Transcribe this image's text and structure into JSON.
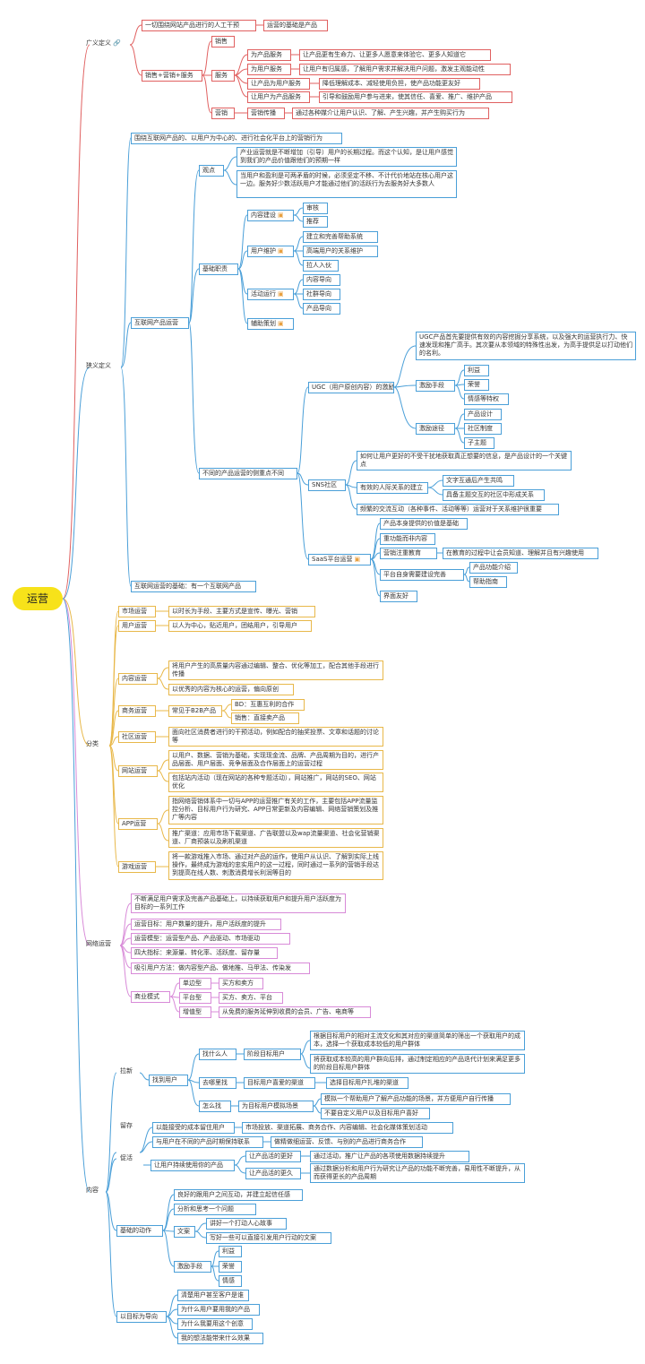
{
  "root": "运营",
  "broad": {
    "title": "广义定义",
    "intervention": "一切围绕网站产品进行的人工干预",
    "intervention_note": "运营的基础是产品",
    "formula": "销售+营销+服务",
    "sales": "销售",
    "service": "服务",
    "marketing": "营销",
    "svc_rows": [
      {
        "k": "为产品服务",
        "v": "让产品更有生命力、让更多人愿意来体验它、更多人知道它"
      },
      {
        "k": "为用户服务",
        "v": "让用户有归属感，了解用户需求并解决用户问题，激发主观能动性"
      },
      {
        "k": "让产品为用户服务",
        "v": "降低理解成本、减轻使用负担，使产品功能更友好"
      },
      {
        "k": "让用户为产品服务",
        "v": "引导和鼓励用户参与进来，使其信任、喜爱、推广、维护产品"
      }
    ],
    "marketing_spread": "营销传播",
    "marketing_spread_note": "通过各种媒介让用户认识、了解、产生兴趣，并产生购买行为"
  },
  "narrow": {
    "title": "狭义定义",
    "summary": "围绕互联网产品的、以用户为中心的、进行社会化平台上的营销行为",
    "inet_ops": "互联网产品运营",
    "view": "观点",
    "view_1": "产业运营就是不断增加（引导）用户的长期过程。而这个认知，是让用户感觉到我们的产品价值跟他们的预期一样",
    "view_2": "当用户和盈利是可两矛盾的时候，必须坚定不移、不计代价地站在核心用户这一边。服务好少数活跃用户才能通过他们的活跃行为去服务好大多数人",
    "basic": "基础职责",
    "content_build": "内容建设",
    "review": "审核",
    "recommend": "推荐",
    "user_maintain": "用户维护",
    "um_1": "建立和完善帮助系统",
    "um_2": "高端用户的关系维护",
    "um_3": "拉人入伙",
    "activity": "活动运行",
    "act_1": "内容导向",
    "act_2": "社群导向",
    "act_3": "产品导向",
    "assist": "辅助策划",
    "diff": "不同的产品运营的侧重点不同",
    "ugc": "UGC（用户原创内容）的激励",
    "ugc_desc": "UGC产品首先要提供有效的内容挖掘分享系统，以及强大的运营执行力、快速发现和推广高手。其次要从本领域的特殊性出发，为高手提供足以打动他们的名利。",
    "incent": "激励手段",
    "inc_1": "利益",
    "inc_2": "荣誉",
    "inc_3": "情感等特权",
    "incent_path": "激励途径",
    "ip_1": "产品设计",
    "ip_2": "社区制度",
    "ip_3": "子主题",
    "sns": "SNS社区",
    "sns_1": "如何让用户更好的不受干扰地获取真正想要的信息，是产品设计的一个关键点",
    "sns_2": "有效的人际关系的建立",
    "sns_2a": "文字互通后产生共鸣",
    "sns_2b": "具备主题交互的社区中形成关系",
    "sns_3": "频繁的交流互动（各种事件、活动等等）运营对于关系维护很重要",
    "saas": "SaaS平台运营",
    "saas_1": "产品本身提供的价值是基础",
    "saas_2": "重功能而非内容",
    "saas_3": "营销注重教育",
    "saas_3a": "在教育的过程中让会员知道、理解并且有兴趣使用",
    "saas_4": "平台自身需要建设完善",
    "saas_4a": "产品功能介绍",
    "saas_4b": "帮助指南",
    "saas_5": "界面友好",
    "basis": "互联网运营的基础：有一个互联网产品"
  },
  "category": {
    "title": "分类",
    "rows": [
      {
        "k": "市场运营",
        "v": [
          "以时长为手段、主要方式是宣传、曝光、营销"
        ]
      },
      {
        "k": "用户运营",
        "v": [
          "以人为中心，贴近用户，团结用户，引导用户"
        ]
      },
      {
        "k": "内容运营",
        "v": [
          "将用户产生的高质量内容通过编辑、整合、优化等加工，配合其他手段进行传播",
          "以优秀的内容为核心的运营，偏向原创"
        ]
      },
      {
        "k": "商务运营",
        "v": [
          "常见于B2B产品"
        ],
        "sub": [
          "BD：互惠互利的合作",
          "销售：直接卖产品"
        ]
      },
      {
        "k": "社区运营",
        "v": [
          "面向社区消费者进行的干预活动，例如配合的抽奖投票、文章和话题的讨论等"
        ]
      },
      {
        "k": "网站运营",
        "v": [
          "以用户、数据、营销为基础，实现现金流、品牌、产品周期为目的，进行产品层面、用户层面、竞争层面及合作层面上的运营过程",
          "包括站内活动（现在网站的各种专题活动），网站推广，网站的SEO、网站优化"
        ]
      },
      {
        "k": "APP运营",
        "v": [
          "指网络营销体系中一切与APP的运营推广有关的工作，主要包括APP流量监控分析、目标用户行为研究、APP日常更新及内容编辑、网络营销策划及推广等内容",
          "推广渠道：应用市场下载渠道、广告联盟以及wap流量渠道、社会化营销渠道、厂商预装以及刷机渠道"
        ]
      },
      {
        "k": "游戏运营",
        "v": [
          "将一款游戏推入市场、通过对产品的运作，使用户从认识、了解到实际上线操作，最终成为游戏的忠实用户的这一过程，同时通过一系列的营销手段达到提高在线人数、刺激消费增长利润等目的"
        ]
      }
    ]
  },
  "netops": {
    "title": "网络运营",
    "items": [
      "不断满足用户需求及完善产品基础上，以持续获取用户和提升用户活跃度为目标的一系列工作",
      "运营目标：用户数量的提升，用户活跃度的提升",
      "运营模型：运营型产品、产品驱动、市场驱动",
      "四大指标：来源量、转化率、活跃度、留存量",
      "吸引用户方法：做内容型产品、做地推、马甲法、传染发"
    ],
    "biz": "商业模式",
    "biz_rows": [
      {
        "k": "单边型",
        "v": "买方和卖方"
      },
      {
        "k": "平台型",
        "v": "买方、卖方、平台"
      },
      {
        "k": "增值型",
        "v": "从免费的服务延伸到收费的会员、广告、电商等"
      }
    ]
  },
  "content": {
    "title": "内容",
    "acquire": "拉新",
    "find": "找到用户",
    "who": "找什么人",
    "who_v": "阶段目标用户",
    "who_1": "根据目标用户的相对主流文化和其对应的渠道简单的筛出一个获取用户的成本，选择一个获取成本较低的用户群体",
    "who_2": "将获取成本较高的用户群向后排，通过制定相应的产品迭代计划来满足更多的阶段目标用户群体",
    "where": "去哪里找",
    "where_v": "目标用户喜爱的渠道",
    "where_1": "选择目标用户扎堆的渠道",
    "how": "怎么找",
    "how_v": "为目标用户模拟场景",
    "how_1": "模拟一个帮助用户了解产品功能的场景，并方便用户自行传播",
    "how_2": "不要自定义用户以及目标用户喜好",
    "retain": "留存",
    "ret_1": "以能接受的成本留住用户",
    "ret_1v": "市场投放、渠道拓展、商务合作、内容编辑、社会化媒体策划活动",
    "ret_2": "与用户在不同的产品时期保持联系",
    "ret_2v": "做精做细运营、反馈、与别的产品进行商务合作",
    "promote": "促活",
    "pro_1": "让用户持续使用你的产品",
    "pro_a": "让产品活的更好",
    "pro_av": "通过活动，推广让产品的各项使用数据持续提升",
    "pro_b": "让产品活的更久",
    "pro_bv": "通过数据分析和用户行为研究让产品的功能不断完善，易用性不断提升，从而获得更长的产品周期",
    "basic": "基础的动作",
    "b_1": "良好的跟用户之间互动，并建立起信任感",
    "b_2": "分析和思考一个问题",
    "copy": "文案",
    "copy_1": "讲好一个打动人心故事",
    "copy_2": "写好一些可以直接引发用户行动的文案",
    "motivate": "激励手段",
    "mot_1": "利益",
    "mot_2": "荣誉",
    "mot_3": "情感",
    "goal": "以目标为导向",
    "g_1": "清楚用户甚至客户是谁",
    "g_2": "为什么用户要用我的产品",
    "g_3": "为什么我要用这个创意",
    "g_4": "我的想法能带来什么效果"
  },
  "colors": {
    "broad": "#e06060",
    "narrow": "#4a9fd8",
    "category": "#e8b84a",
    "netops": "#d88ad8",
    "content": "#4a9fd8"
  }
}
